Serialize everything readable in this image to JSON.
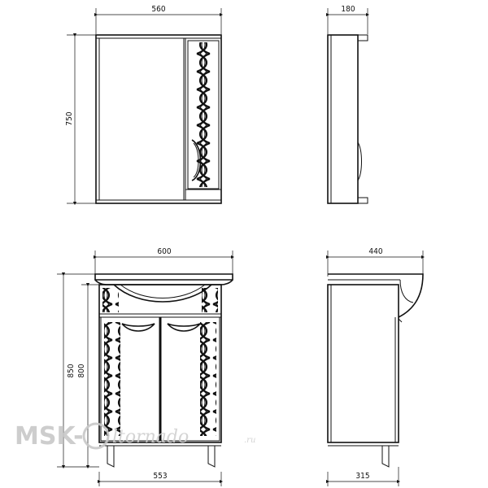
{
  "dimensions": {
    "mirror_width": "560",
    "mirror_height": "750",
    "mirror_depth": "180",
    "vanity_top_width": "600",
    "vanity_height_total": "850",
    "vanity_height_body": "800",
    "vanity_base_width": "553",
    "vanity_top_depth": "440",
    "vanity_body_depth": "315"
  },
  "watermark": {
    "brand": "MSK-",
    "site": "ltornado",
    "tld": ".ru"
  }
}
